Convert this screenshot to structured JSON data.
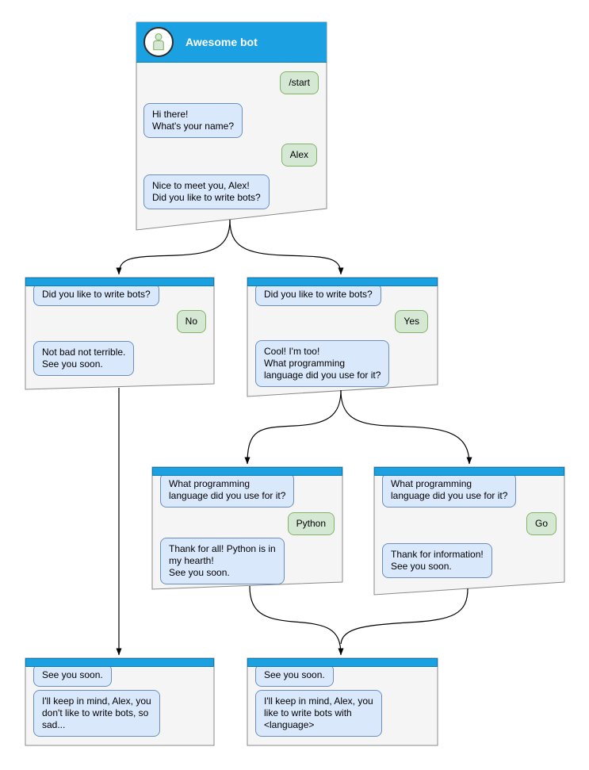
{
  "colors": {
    "accent_blue": "#1ba1e2",
    "titlebar_border": "#0d7cb0",
    "window_fill": "#f5f5f5",
    "window_border": "#8a8a8a",
    "bot_bubble_fill": "#dae8fc",
    "bot_bubble_border": "#6c8ebf",
    "user_bubble_fill": "#d5e8d4",
    "user_bubble_border": "#82b366",
    "connector": "#000000"
  },
  "windows": {
    "main": {
      "title": "Awesome bot",
      "messages": [
        {
          "sender": "user",
          "text": "/start"
        },
        {
          "sender": "bot",
          "text": "Hi there!\nWhat's your name?"
        },
        {
          "sender": "user",
          "text": "Alex"
        },
        {
          "sender": "bot",
          "text": "Nice to meet you, Alex!\nDid you like to write bots?"
        }
      ]
    },
    "branch_no": {
      "messages": [
        {
          "sender": "bot",
          "text": "Did you like to write bots?"
        },
        {
          "sender": "user",
          "text": "No"
        },
        {
          "sender": "bot",
          "text": "Not bad not terrible.\nSee you soon."
        }
      ]
    },
    "branch_yes": {
      "messages": [
        {
          "sender": "bot",
          "text": "Did you like to write bots?"
        },
        {
          "sender": "user",
          "text": "Yes"
        },
        {
          "sender": "bot",
          "text": "Cool! I'm too!\nWhat programming\nlanguage did you use for it?"
        }
      ]
    },
    "branch_python": {
      "messages": [
        {
          "sender": "bot",
          "text": "What programming\nlanguage did you use for it?"
        },
        {
          "sender": "user",
          "text": "Python"
        },
        {
          "sender": "bot",
          "text": "Thank for all! Python is in\nmy hearth!\nSee you soon."
        }
      ]
    },
    "branch_go": {
      "messages": [
        {
          "sender": "bot",
          "text": "What programming\nlanguage did you use for it?"
        },
        {
          "sender": "user",
          "text": "Go"
        },
        {
          "sender": "bot",
          "text": "Thank for information!\nSee you soon."
        }
      ]
    },
    "end_no": {
      "messages": [
        {
          "sender": "bot",
          "text": "See you soon."
        },
        {
          "sender": "bot",
          "text": "I'll keep in mind, Alex, you\ndon't like to write bots, so\nsad..."
        }
      ]
    },
    "end_yes": {
      "messages": [
        {
          "sender": "bot",
          "text": "See you soon."
        },
        {
          "sender": "bot",
          "text": "I'll keep in mind, Alex, you\nlike to write bots with\n<language>"
        }
      ]
    }
  },
  "connections": [
    {
      "from": "main",
      "to": "branch_no"
    },
    {
      "from": "main",
      "to": "branch_yes"
    },
    {
      "from": "branch_yes",
      "to": "branch_python"
    },
    {
      "from": "branch_yes",
      "to": "branch_go"
    },
    {
      "from": "branch_no",
      "to": "end_no"
    },
    {
      "from": "branch_python",
      "to": "end_yes"
    },
    {
      "from": "branch_go",
      "to": "end_yes"
    }
  ]
}
